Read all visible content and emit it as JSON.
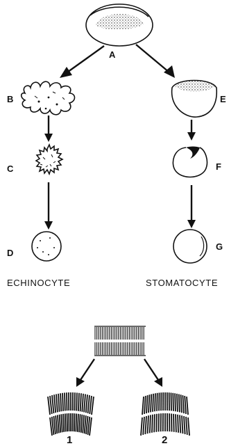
{
  "labels": {
    "a": "A",
    "b": "B",
    "c": "C",
    "d": "D",
    "e": "E",
    "f": "F",
    "g": "G"
  },
  "captions": {
    "left": "ECHINOCYTE",
    "right": "STOMATOCYTE"
  },
  "numbers": {
    "one": "1",
    "two": "2"
  }
}
